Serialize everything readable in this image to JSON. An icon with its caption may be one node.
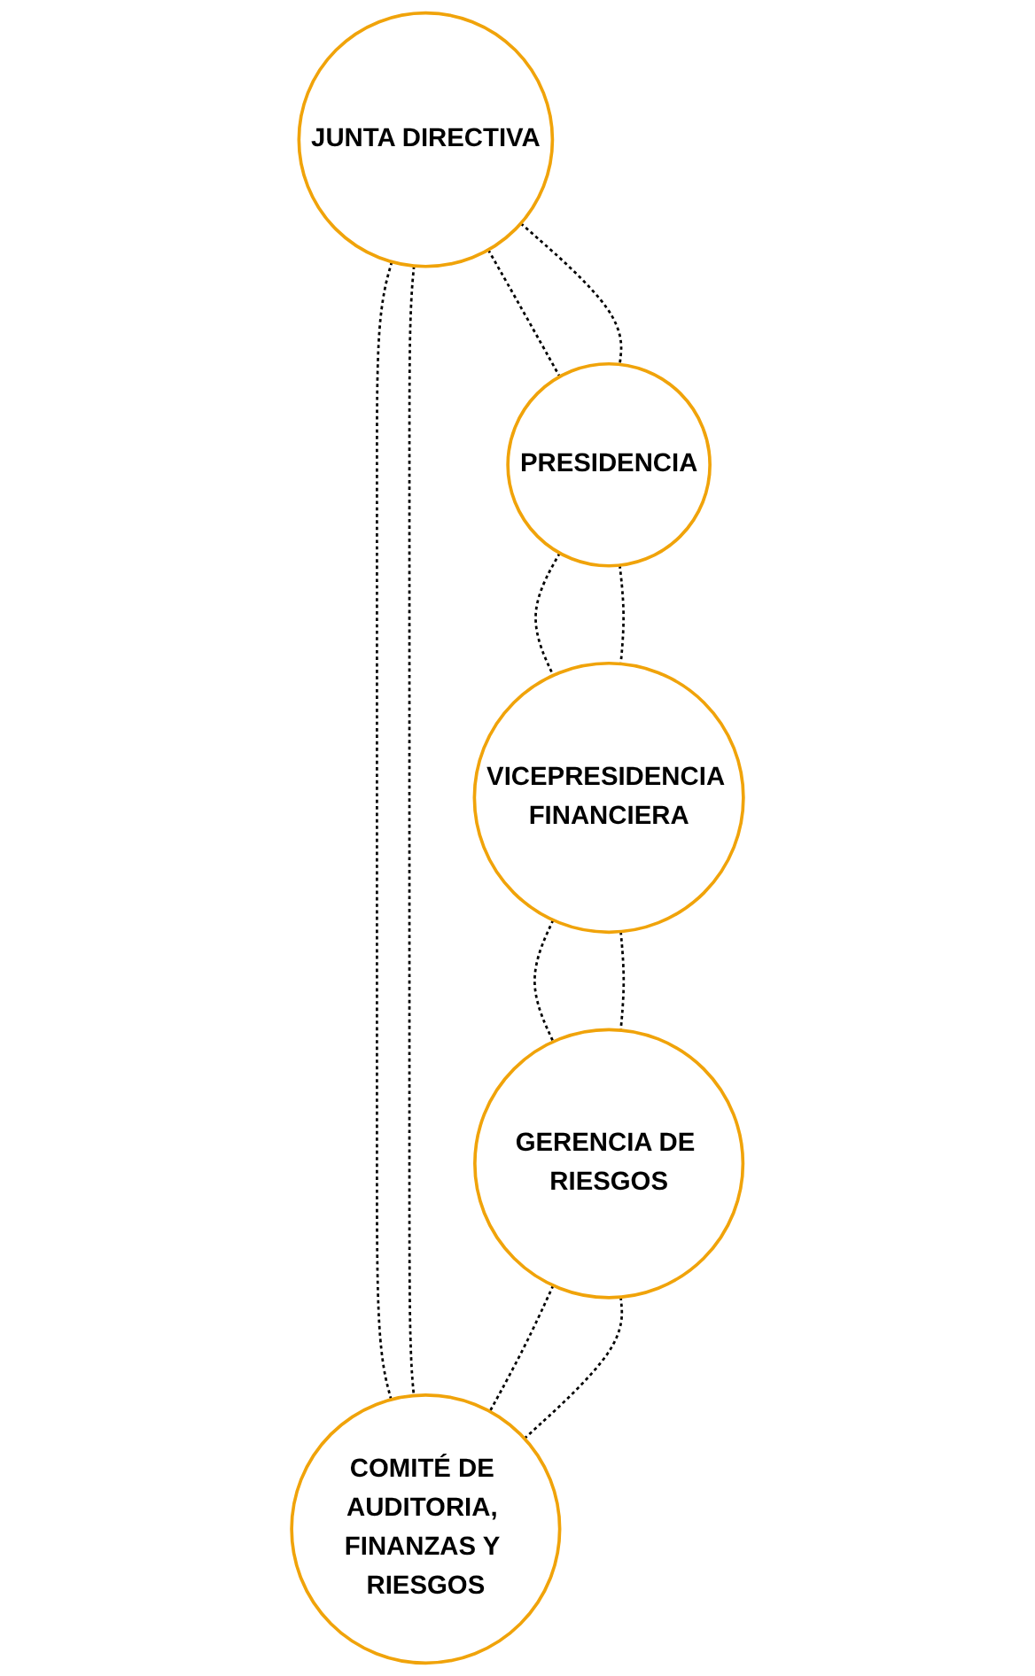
{
  "diagram": {
    "nodes": [
      {
        "text": [
          "JUNTA DIRECTIVA"
        ]
      },
      {
        "text": [
          "COMITÉ DE AUDITORIA, FINANZAS Y RIESGOS"
        ]
      },
      {
        "text": [
          "PRESIDENCIA"
        ]
      },
      {
        "text": [
          "VICEPRESIDENCIA FINANCIERA"
        ]
      },
      {
        "text": [
          "GERENCIA DE RIESGOS"
        ]
      }
    ],
    "edges": [
      {
        "from": 0,
        "to": 1,
        "arrow": "none",
        "style": "dashed"
      },
      {
        "from": 0,
        "to": 1,
        "arrow": "none",
        "style": "dashed"
      },
      {
        "from": 0,
        "to": 2,
        "arrow": "none",
        "style": "dashed"
      },
      {
        "from": 0,
        "to": 2,
        "arrow": "none",
        "style": "dashed"
      },
      {
        "from": 2,
        "to": 3,
        "arrow": "none",
        "style": "dashed"
      },
      {
        "from": 2,
        "to": 3,
        "arrow": "none",
        "style": "dashed"
      },
      {
        "from": 3,
        "to": 4,
        "arrow": "none",
        "style": "dashed"
      },
      {
        "from": 3,
        "to": 4,
        "arrow": "none",
        "style": "dashed"
      },
      {
        "from": 4,
        "to": 1,
        "arrow": "none",
        "style": "dashed"
      },
      {
        "from": 4,
        "to": 1,
        "arrow": "none",
        "style": "dashed"
      }
    ]
  }
}
